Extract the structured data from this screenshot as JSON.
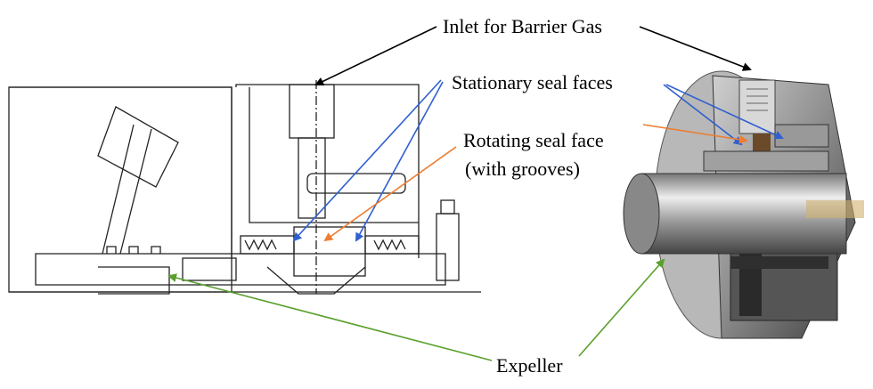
{
  "labels": {
    "inlet": "Inlet for Barrier Gas",
    "stationary": "Stationary seal faces",
    "rotating_line1": "Rotating seal face",
    "rotating_line2": "(with grooves)",
    "expeller": "Expeller"
  },
  "colors": {
    "inlet_arrow": "#000000",
    "stationary_arrow": "#2f5fd0",
    "rotating_arrow": "#ed7d31",
    "expeller_arrow": "#5aa02c"
  }
}
